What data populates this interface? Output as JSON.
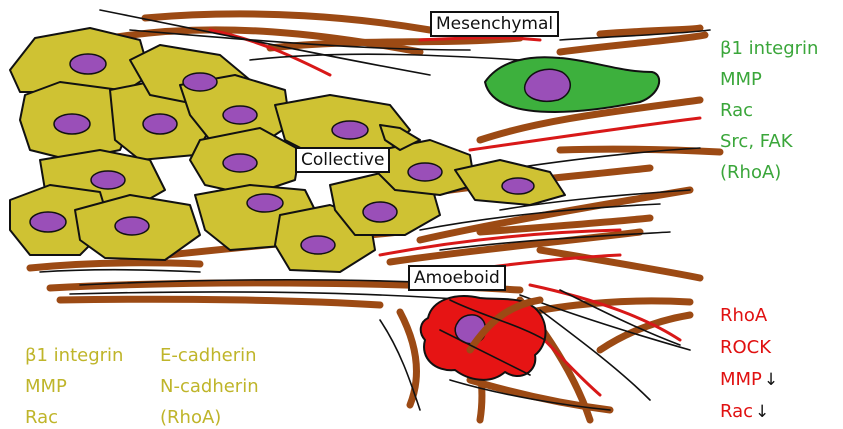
{
  "labels": {
    "mesenchymal": "Mesenchymal",
    "collective": "Collective",
    "amoeboid": "Amoeboid"
  },
  "mesenchymal_markers": {
    "color": "#3aa63a",
    "items": [
      "β1 integrin",
      "MMP",
      "Rac",
      "Src, FAK",
      "(RhoA)"
    ]
  },
  "amoeboid_markers": {
    "color": "#e01010",
    "items": [
      {
        "text": "RhoA",
        "arrow": ""
      },
      {
        "text": "ROCK",
        "arrow": ""
      },
      {
        "text": "MMP",
        "arrow": "↓"
      },
      {
        "text": "Rac",
        "arrow": "↓"
      }
    ]
  },
  "collective_markers": {
    "color": "#bfb52a",
    "col1": [
      "β1 integrin",
      "MMP",
      "Rac"
    ],
    "col2": [
      "E-cadherin",
      "N-cadherin",
      "(RhoA)"
    ]
  },
  "colors": {
    "collective_cell": "#cfc233",
    "mesenchymal_cell": "#3db03d",
    "amoeboid_cell": "#e61414",
    "nucleus": "#9a4fb8",
    "fiber_brown": "#9c4a14",
    "fiber_red": "#d81818",
    "fiber_black": "#111111"
  }
}
